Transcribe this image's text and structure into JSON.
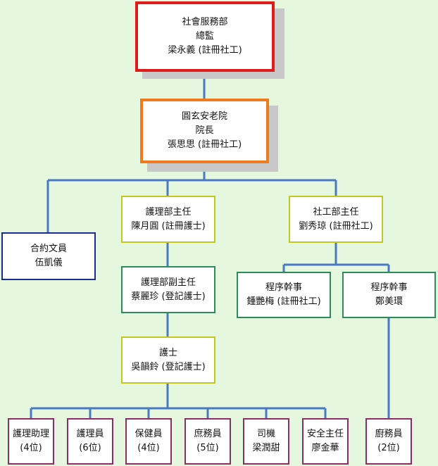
{
  "director": {
    "line1": "社會服務部",
    "line2": "總監",
    "line3": "梁永義 (註冊社工)"
  },
  "superintendent": {
    "line1": "圓玄安老院",
    "line2": "院長",
    "line3": "張思思 (註冊社工)"
  },
  "contract_clerk": {
    "line1": "合約文員",
    "line2": "伍凱儀"
  },
  "nursing_head": {
    "line1": "護理部主任",
    "line2": "陳月圓 (註冊護士)"
  },
  "social_head": {
    "line1": "社工部主任",
    "line2": "劉秀琼 (註冊社工)"
  },
  "nursing_deputy": {
    "line1": "護理部副主任",
    "line2": "蔡麗珍 (登記護士)"
  },
  "nurse": {
    "line1": "護士",
    "line2": "吳韻鈴 (登記護士)"
  },
  "program_officer_1": {
    "line1": "程序幹事",
    "line2": "鍾艷梅 (註冊社工)"
  },
  "program_officer_2": {
    "line1": "程序幹事",
    "line2": "鄭美環"
  },
  "staff": [
    {
      "line1": "護理助理",
      "line2": "(4位)"
    },
    {
      "line1": "護理員",
      "line2": "(6位)"
    },
    {
      "line1": "保健員",
      "line2": "(4位)"
    },
    {
      "line1": "庶務員",
      "line2": "(5位)"
    },
    {
      "line1": "司機",
      "line2": "梁潤甜"
    },
    {
      "line1": "安全主任",
      "line2": "廖金華"
    }
  ],
  "kitchen": {
    "line1": "廚務員",
    "line2": "(2位)"
  },
  "colors": {
    "background": "#e6f7df",
    "connector": "#4a79c4"
  }
}
